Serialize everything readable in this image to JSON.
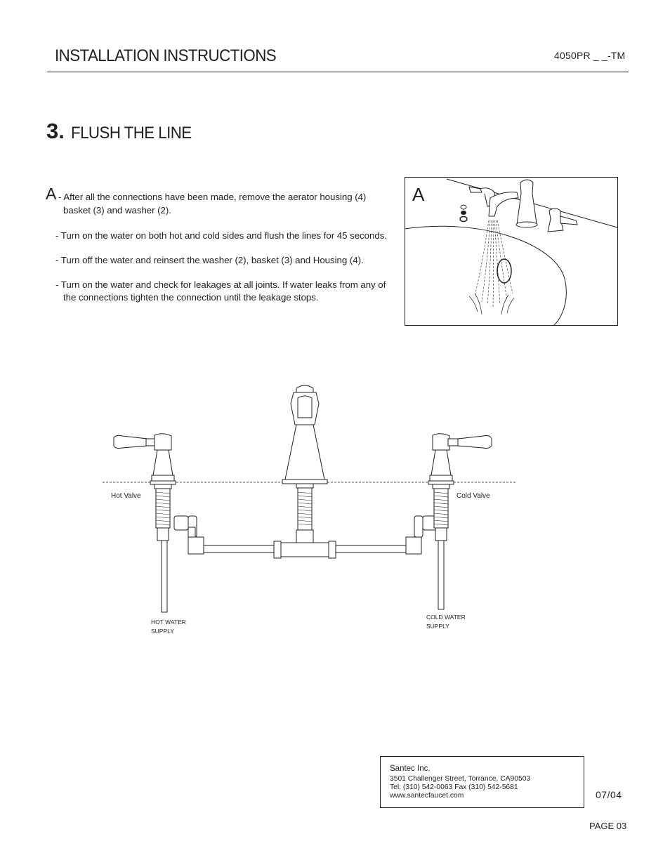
{
  "header": {
    "title": "INSTALLATION INSTRUCTIONS",
    "model": "4050PR _ _-TM"
  },
  "step": {
    "number": "3.",
    "title": "FLUSH THE LINE"
  },
  "instructions": {
    "letter": "A",
    "p1_line1": "- After all the connections have been made, remove the aerator housing (4)",
    "p1_line2": "basket (3) and washer (2).",
    "p2": "-  Turn on the water on both hot and cold sides and flush the lines for 45 seconds.",
    "p3": "-  Turn off the water and reinsert the washer (2), basket (3) and Housing (4).",
    "p4_line1": "-  Turn on the water and check for leakages at all joints. If water leaks from any of",
    "p4_line2": "the connections tighten the connection until the leakage stops."
  },
  "figure_a": {
    "label": "A"
  },
  "diagram": {
    "hot_valve": "Hot Valve",
    "cold_valve": "Cold Valve",
    "hot_supply_1": "HOT WATER",
    "hot_supply_2": "SUPPLY",
    "cold_supply_1": "COLD WATER",
    "cold_supply_2": "SUPPLY"
  },
  "footer": {
    "company": "Santec Inc.",
    "address": "3501 Challenger Street, Torrance, CA90503",
    "phone": "Tel: (310) 542-0063  Fax (310) 542-5681",
    "website": "www.santecfaucet.com",
    "date": "07/04",
    "page": "PAGE 03"
  }
}
